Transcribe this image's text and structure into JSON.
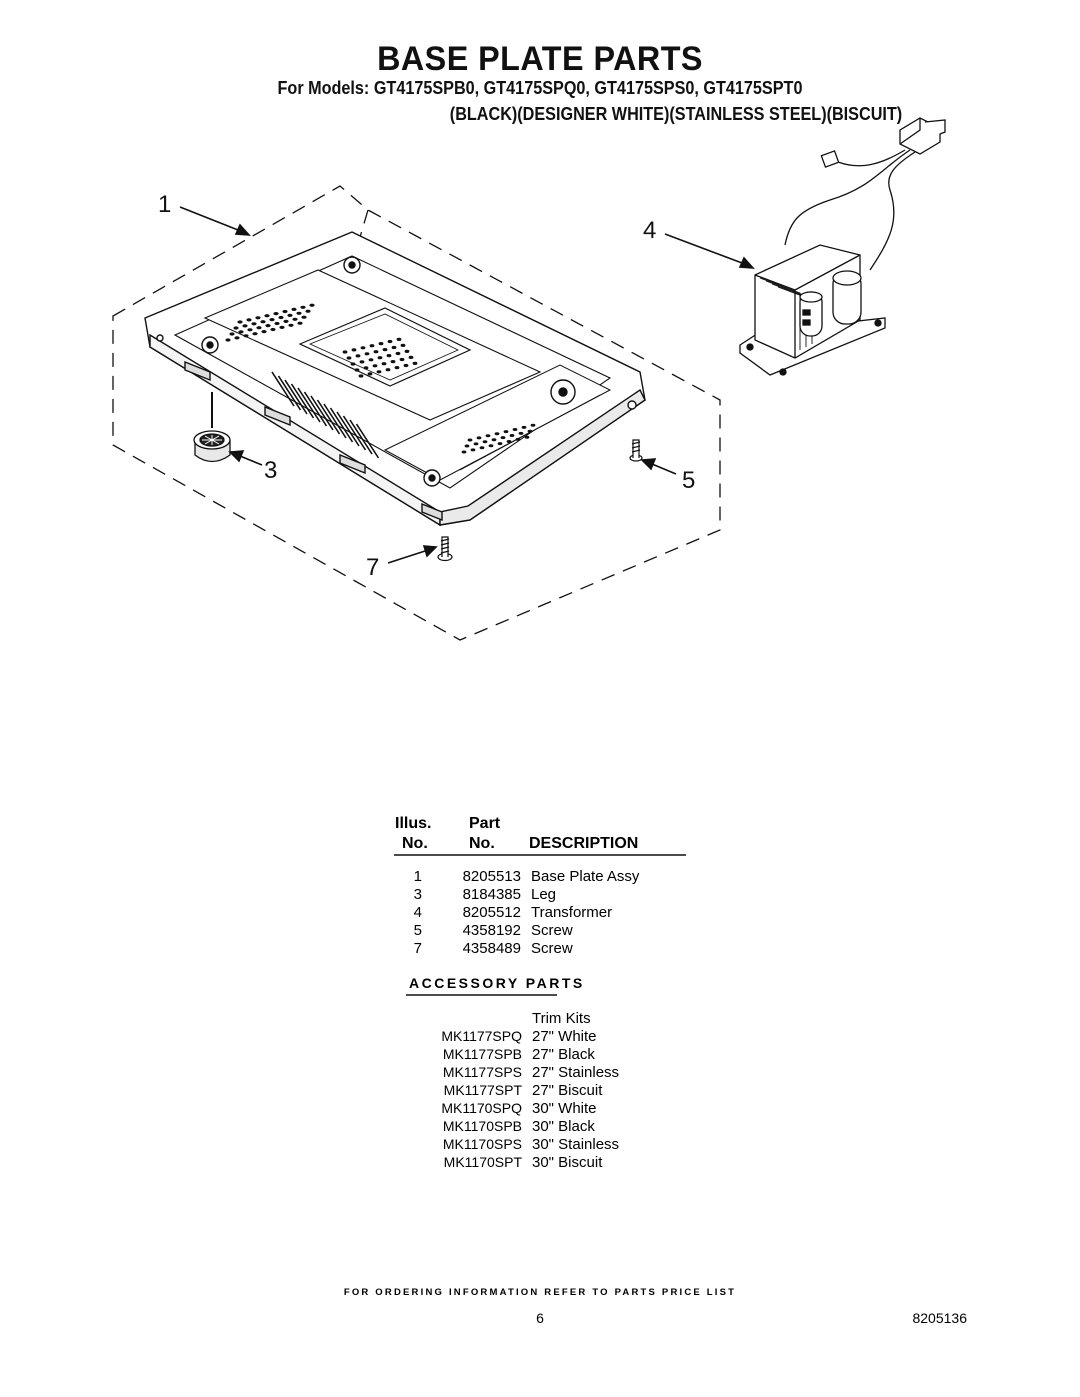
{
  "header": {
    "title": "BASE PLATE PARTS",
    "models_line": "For Models: GT4175SPB0, GT4175SPQ0, GT4175SPS0, GT4175SPT0",
    "colors_line": "(BLACK)(DESIGNER WHITE)(STAINLESS STEEL)(BISCUIT)"
  },
  "diagram": {
    "callouts": [
      "1",
      "3",
      "4",
      "5",
      "7"
    ]
  },
  "parts_table": {
    "header": {
      "illus_1": "Illus.",
      "illus_2": "No.",
      "part_1": "Part",
      "part_2": "No.",
      "description": "DESCRIPTION"
    },
    "rows": [
      {
        "illus": "1",
        "part": "8205513",
        "description": "Base Plate Assy"
      },
      {
        "illus": "3",
        "part": "8184385",
        "description": "Leg"
      },
      {
        "illus": "4",
        "part": "8205512",
        "description": "Transformer"
      },
      {
        "illus": "5",
        "part": "4358192",
        "description": "Screw"
      },
      {
        "illus": "7",
        "part": "4358489",
        "description": "Screw"
      }
    ]
  },
  "accessory": {
    "title": "ACCESSORY PARTS",
    "subtitle": "Trim Kits",
    "items": [
      {
        "code": "MK1177SPQ",
        "description": "27\" White"
      },
      {
        "code": "MK1177SPB",
        "description": "27\" Black"
      },
      {
        "code": "MK1177SPS",
        "description": "27\" Stainless"
      },
      {
        "code": "MK1177SPT",
        "description": "27\" Biscuit"
      },
      {
        "code": "MK1170SPQ",
        "description": "30\" White"
      },
      {
        "code": "MK1170SPB",
        "description": "30\" Black"
      },
      {
        "code": "MK1170SPS",
        "description": "30\" Stainless"
      },
      {
        "code": "MK1170SPT",
        "description": "30\" Biscuit"
      }
    ]
  },
  "footer": {
    "ordering_note": "FOR ORDERING INFORMATION REFER TO PARTS PRICE LIST",
    "page_number": "6",
    "doc_number": "8205136"
  }
}
